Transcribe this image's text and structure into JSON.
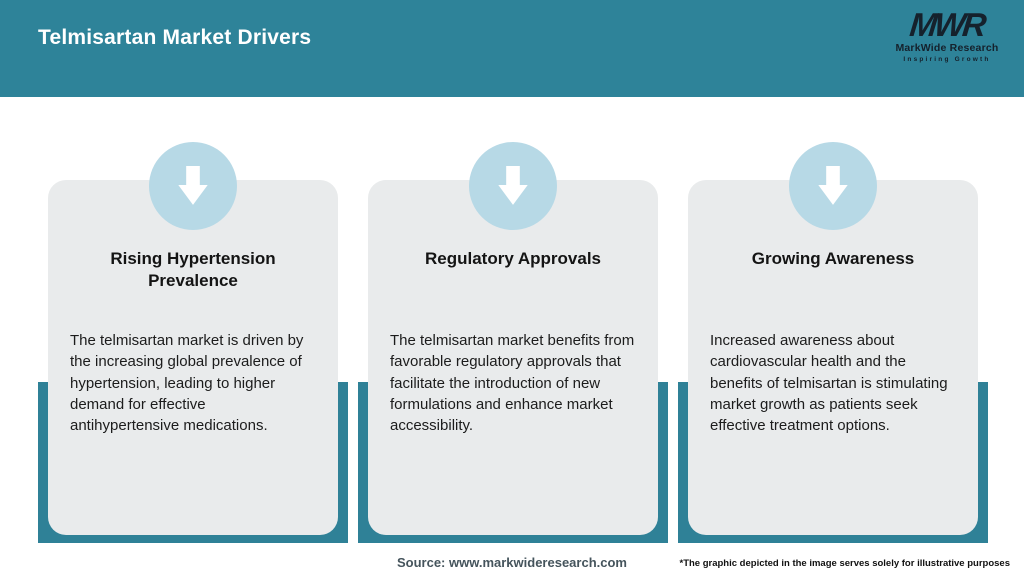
{
  "header": {
    "title": "Telmisartan Market Drivers",
    "logo": {
      "monogram": "MWR",
      "name": "MarkWide Research",
      "tagline": "Inspiring Growth"
    }
  },
  "cards": [
    {
      "icon": "down-arrow-icon",
      "title": "Rising Hypertension Prevalence",
      "body": "The telmisartan market is driven by the increasing global prevalence of hypertension, leading to higher demand for effective antihypertensive medications."
    },
    {
      "icon": "down-arrow-icon",
      "title": "Regulatory Approvals",
      "body": "The telmisartan market benefits from favorable regulatory approvals that facilitate the introduction of new formulations and enhance market accessibility."
    },
    {
      "icon": "down-arrow-icon",
      "title": "Growing Awareness",
      "body": "Increased awareness about cardiovascular health and the benefits of telmisartan is stimulating market growth as patients seek effective treatment options."
    }
  ],
  "footer": {
    "source": "Source: www.markwideresearch.com",
    "disclaimer": "*The graphic depicted in the image serves solely for illustrative purposes"
  },
  "colors": {
    "header_teal": "#2E8399",
    "backdrop_teal": "#2F8197",
    "card_bg": "#E9EBEC",
    "circle_blue": "#B7D9E6",
    "arrow_white": "#FFFFFF",
    "title_text": "#141414",
    "source_text": "#45545C"
  }
}
